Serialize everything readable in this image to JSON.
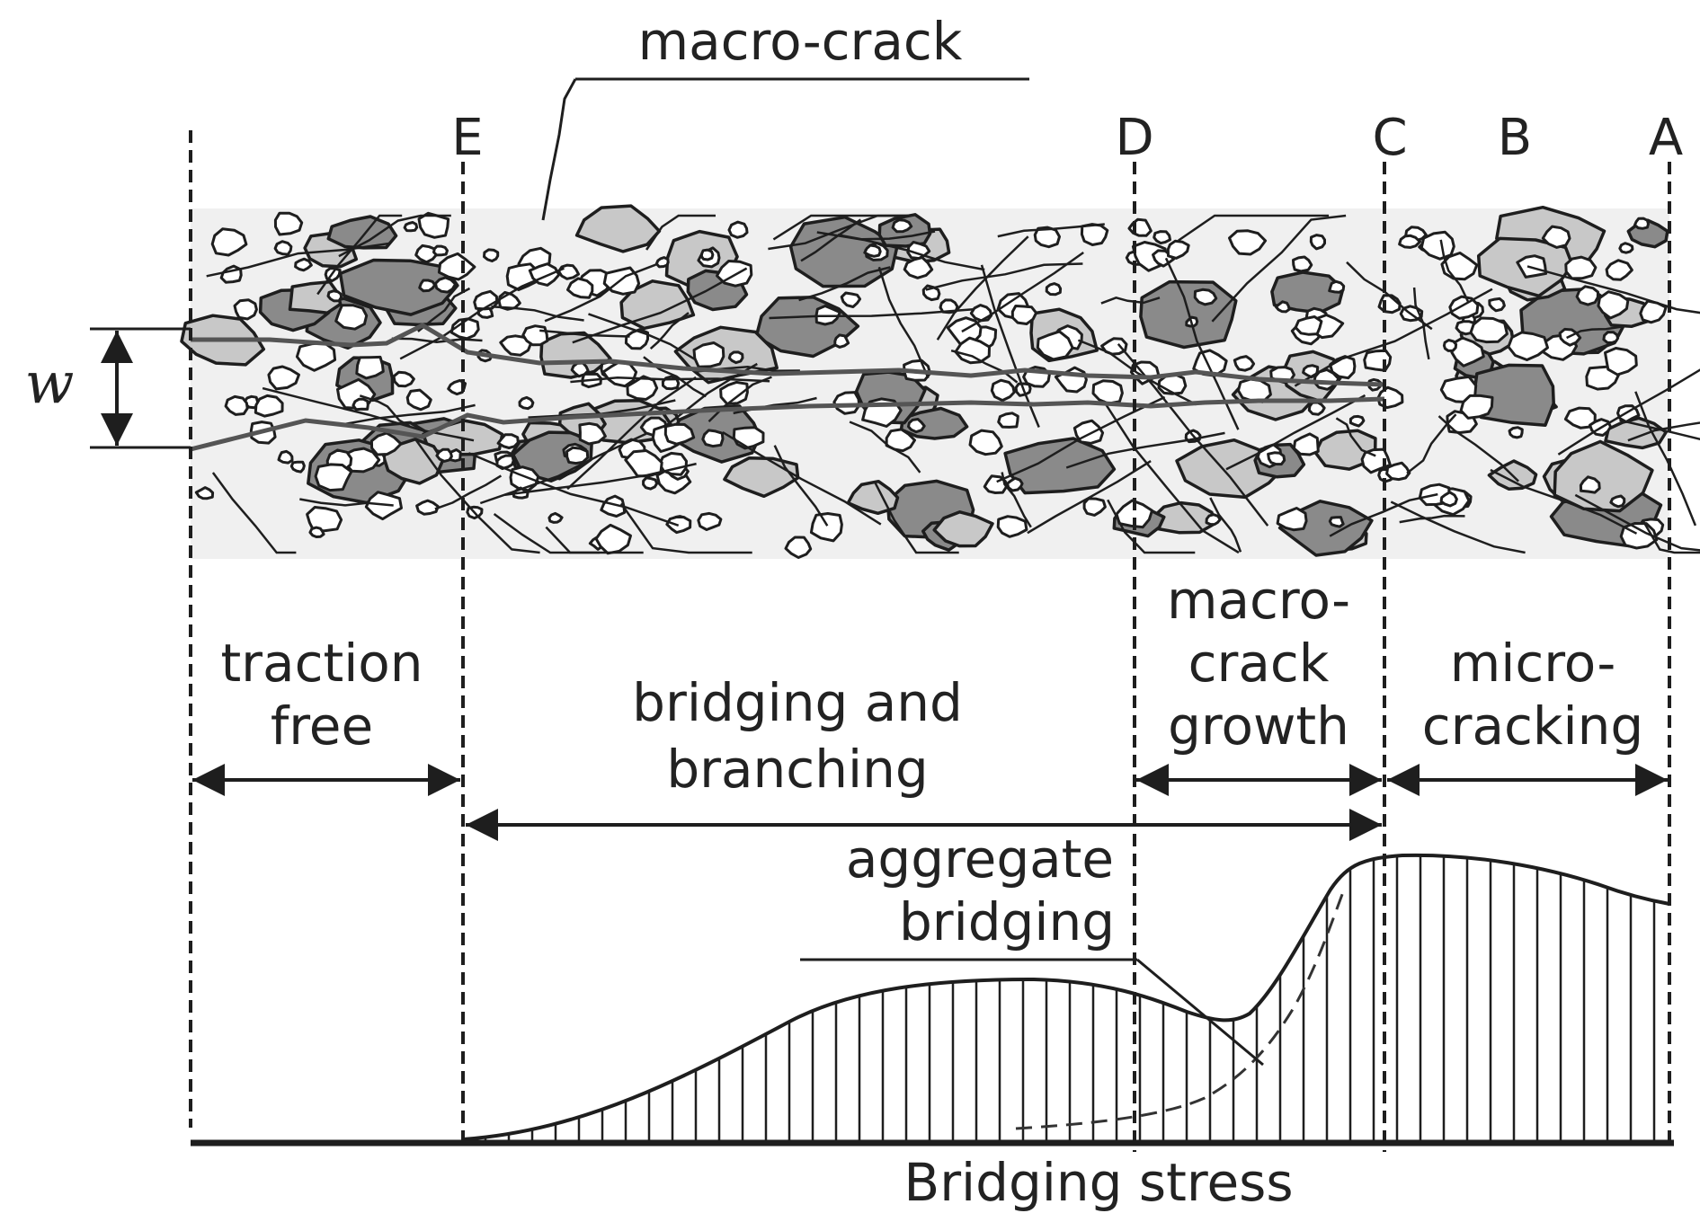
{
  "diagram": {
    "points": [
      "E",
      "D",
      "C",
      "B",
      "A"
    ],
    "width_symbol": "w",
    "labels": {
      "macro_crack": "macro-crack",
      "aggregate_bridging_line1": "aggregate",
      "aggregate_bridging_line2": "bridging",
      "bridging_stress": "Bridging stress"
    },
    "zones": [
      {
        "id": "traction-free",
        "lines": [
          "traction",
          "free"
        ]
      },
      {
        "id": "bridging-and-branching",
        "lines": [
          "bridging and",
          "branching"
        ]
      },
      {
        "id": "macro-crack-growth",
        "lines": [
          "macro-",
          "crack",
          "growth"
        ]
      },
      {
        "id": "micro-cracking",
        "lines": [
          "micro-",
          "cracking"
        ]
      }
    ],
    "colors": {
      "ink": "#1e1e1e",
      "dark_aggregate": "#8a8a8a",
      "light_aggregate": "#c8c8c8",
      "matrix_band": "#f0f0f0"
    }
  }
}
